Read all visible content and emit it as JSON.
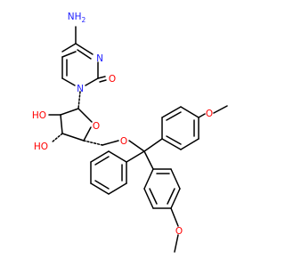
{
  "colors": {
    "bond": "#000000",
    "nitrogen": "#2020ff",
    "oxygen": "#ff0000",
    "carbon_hydrogen": "#000000",
    "background": "#ffffff"
  },
  "atoms": {
    "amine": "NH2",
    "amine_n": "N",
    "amine_h": "H",
    "amine_sub": "2",
    "ring_n3": "N",
    "ring_n1": "N",
    "carbonyl_o": "O",
    "ho_2": "HO",
    "ring_o": "O",
    "ho_3": "HO",
    "ether_o": "O",
    "methoxy_o_top": "O",
    "methoxy_o_bottom": "O"
  }
}
